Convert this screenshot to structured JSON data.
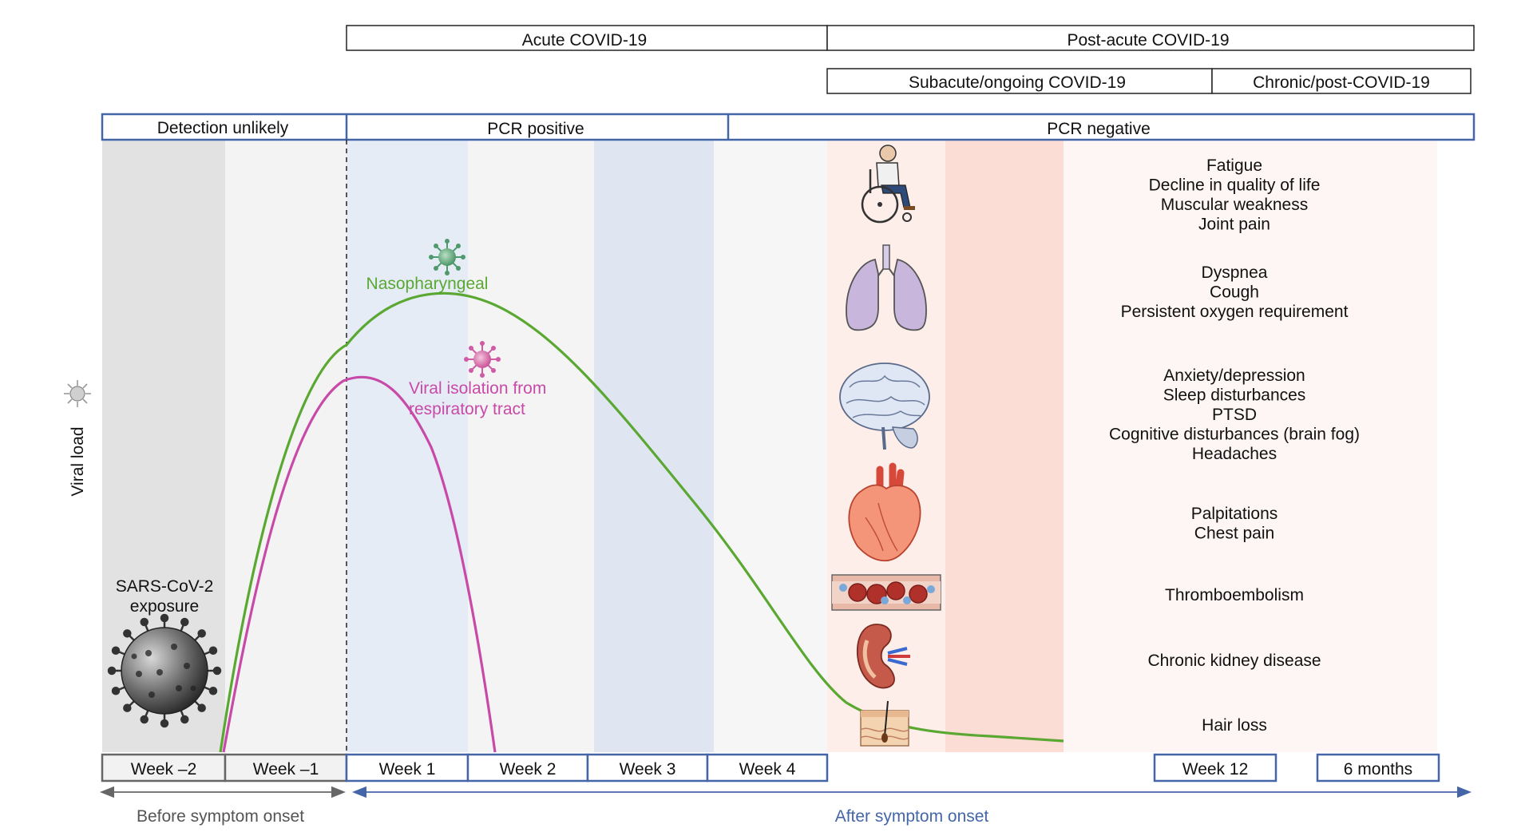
{
  "phases": {
    "acute": "Acute COVID-19",
    "post_acute": "Post-acute COVID-19",
    "subacute": "Subacute/ongoing COVID-19",
    "chronic": "Chronic/post-COVID-19"
  },
  "detection": {
    "unlikely": "Detection unlikely",
    "pcr_positive": "PCR positive",
    "pcr_negative": "PCR negative"
  },
  "y_axis_label": "Viral load",
  "curves": {
    "nasopharyngeal": "Nasopharyngeal",
    "viral_isolation_line1": "Viral isolation from",
    "viral_isolation_line2": "respiratory tract"
  },
  "exposure": {
    "line1": "SARS-CoV-2",
    "line2": "exposure"
  },
  "weeks": [
    "Week –2",
    "Week –1",
    "Week 1",
    "Week 2",
    "Week 3",
    "Week 4",
    "Week 12",
    "6 months"
  ],
  "timeline": {
    "before": "Before symptom onset",
    "after": "After symptom onset"
  },
  "symptom_groups": [
    {
      "organ": "wheelchair-person-icon",
      "lines": [
        "Fatigue",
        "Decline in quality of life",
        "Muscular weakness",
        "Joint pain"
      ]
    },
    {
      "organ": "lungs-icon",
      "lines": [
        "Dyspnea",
        "Cough",
        "Persistent oxygen requirement"
      ]
    },
    {
      "organ": "brain-icon",
      "lines": [
        "Anxiety/depression",
        "Sleep disturbances",
        "PTSD",
        "Cognitive disturbances (brain fog)",
        "Headaches"
      ]
    },
    {
      "organ": "heart-icon",
      "lines": [
        "Palpitations",
        "Chest pain"
      ]
    },
    {
      "organ": "blood-vessel-icon",
      "lines": [
        "Thromboembolism"
      ]
    },
    {
      "organ": "kidney-icon",
      "lines": [
        "Chronic kidney disease"
      ]
    },
    {
      "organ": "skin-hair-icon",
      "lines": [
        "Hair loss"
      ]
    }
  ],
  "colors": {
    "nasopharyngeal": "#5aa832",
    "viral_isolation": "#c84aa8",
    "blue_accent": "#4466a8",
    "gray_box": "#555555"
  }
}
